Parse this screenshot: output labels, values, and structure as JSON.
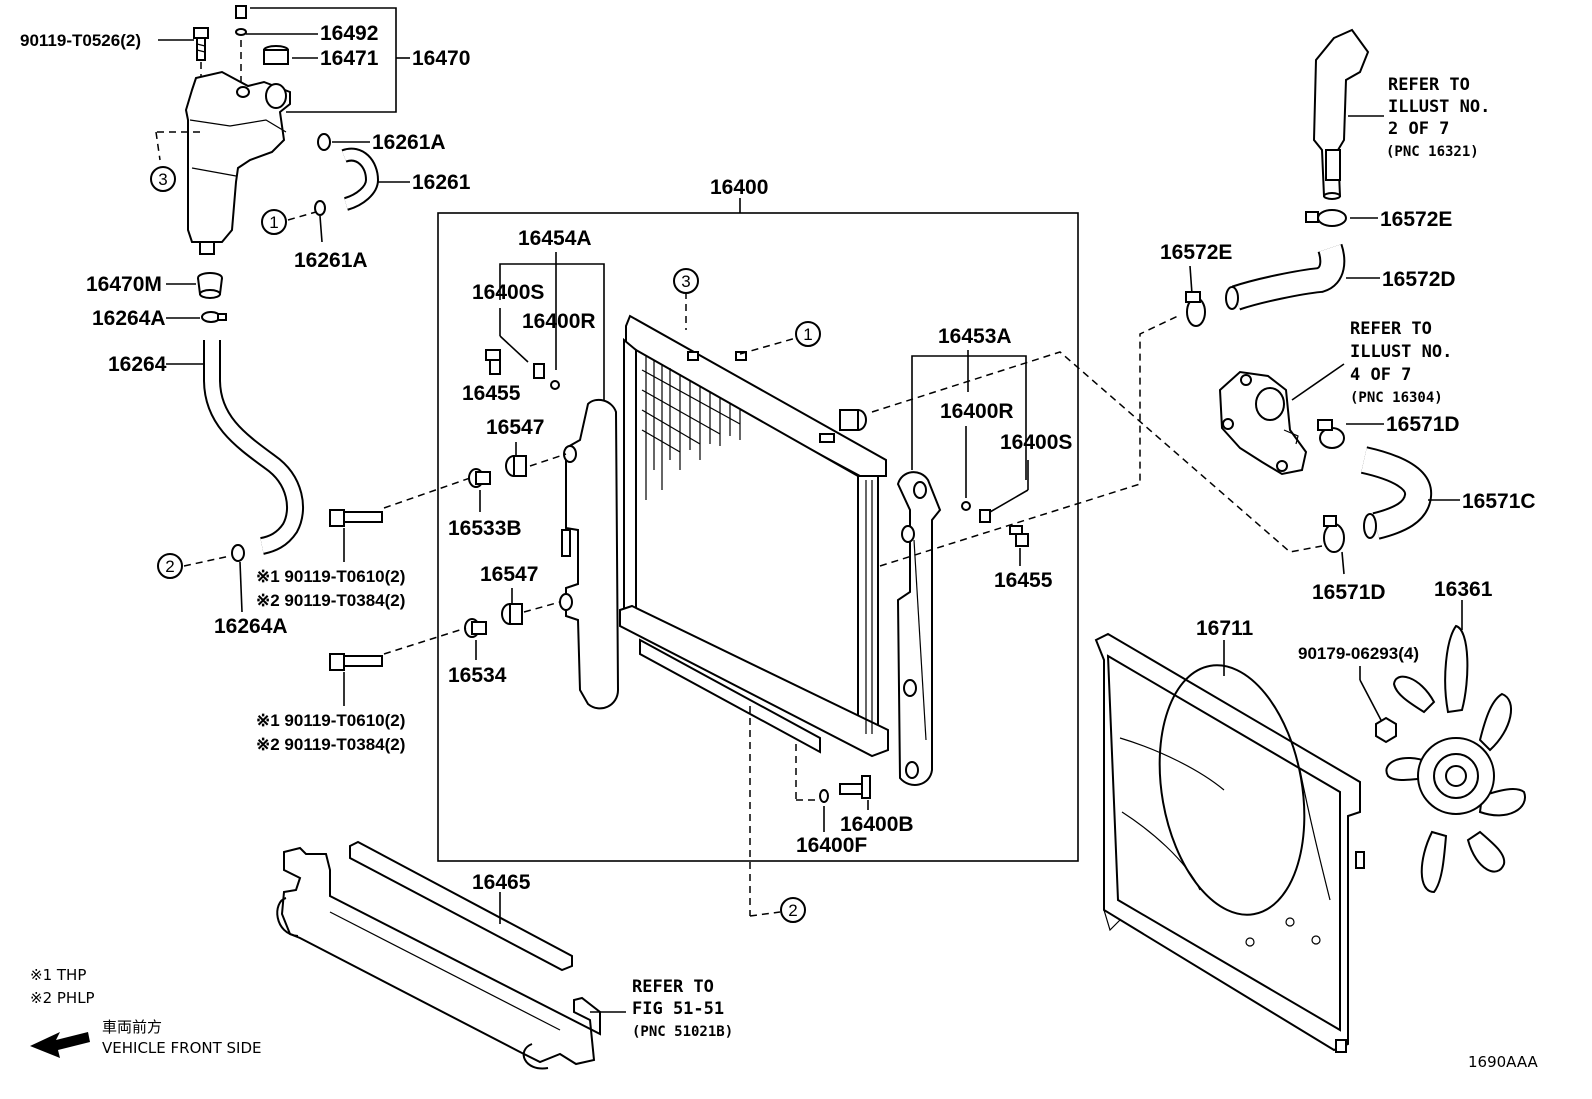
{
  "labels": {
    "p16492": "16492",
    "p16471": "16471",
    "p16470": "16470",
    "p90119_T0526": "90119-T0526(2)",
    "p16261A_top": "16261A",
    "p16261": "16261",
    "p16261A_bot": "16261A",
    "p16470M": "16470M",
    "p16264A_top": "16264A",
    "p16264": "16264",
    "p16264A_bot": "16264A",
    "p16400": "16400",
    "p16454A": "16454A",
    "p16400S_l": "16400S",
    "p16400R_l": "16400R",
    "p16455_l": "16455",
    "p16547_a": "16547",
    "p16533B": "16533B",
    "p16547_b": "16547",
    "p16534": "16534",
    "p16453A": "16453A",
    "p16400R_r": "16400R",
    "p16400S_r": "16400S",
    "p16455_r": "16455",
    "p16400B": "16400B",
    "p16400F": "16400F",
    "p16465": "16465",
    "p16572E_top": "16572E",
    "p16572E_l": "16572E",
    "p16572D": "16572D",
    "p16571D_top": "16571D",
    "p16571C": "16571C",
    "p16571D_bot": "16571D",
    "p16361": "16361",
    "p16711": "16711",
    "p90179": "90179-06293(4)"
  },
  "bolt_notes": {
    "a1": "※1 90119-T0610(2)",
    "a2": "※2 90119-T0384(2)",
    "b1": "※1 90119-T0610(2)",
    "b2": "※2 90119-T0384(2)"
  },
  "callouts": {
    "c3_tank": "3",
    "c1_tank": "1",
    "c2_hose": "2",
    "c3_rad": "3",
    "c1_rad": "1",
    "c2_bot": "2"
  },
  "refer_notes": {
    "r1": [
      "REFER TO",
      "ILLUST NO.",
      "2 OF 7",
      "(PNC 16321)"
    ],
    "r2": [
      "REFER TO",
      "ILLUST NO.",
      "4 OF 7",
      "(PNC 16304)"
    ],
    "r3": [
      "REFER TO",
      "FIG 51-51",
      "(PNC 51021B)"
    ]
  },
  "legend": {
    "thp": "※1 THP",
    "phlp": "※2 PHLP",
    "front_jp": "車両前方",
    "front_en": "VEHICLE FRONT SIDE"
  },
  "figure_code": "1690AAA"
}
